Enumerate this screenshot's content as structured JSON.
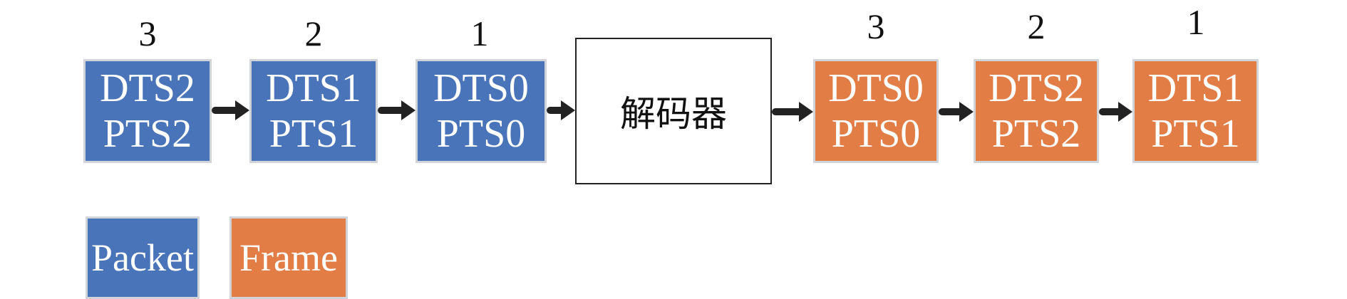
{
  "packets": [
    {
      "order": "3",
      "dts": "DTS2",
      "pts": "PTS2"
    },
    {
      "order": "2",
      "dts": "DTS1",
      "pts": "PTS1"
    },
    {
      "order": "1",
      "dts": "DTS0",
      "pts": "PTS0"
    }
  ],
  "decoder": {
    "label": "解码器"
  },
  "frames": [
    {
      "order": "3",
      "dts": "DTS0",
      "pts": "PTS0"
    },
    {
      "order": "2",
      "dts": "DTS2",
      "pts": "PTS2"
    },
    {
      "order": "1",
      "dts": "DTS1",
      "pts": "PTS1"
    }
  ],
  "legend": {
    "packet": "Packet",
    "frame": "Frame"
  },
  "colors": {
    "packet": "#4a74b9",
    "frame": "#e27d46"
  }
}
